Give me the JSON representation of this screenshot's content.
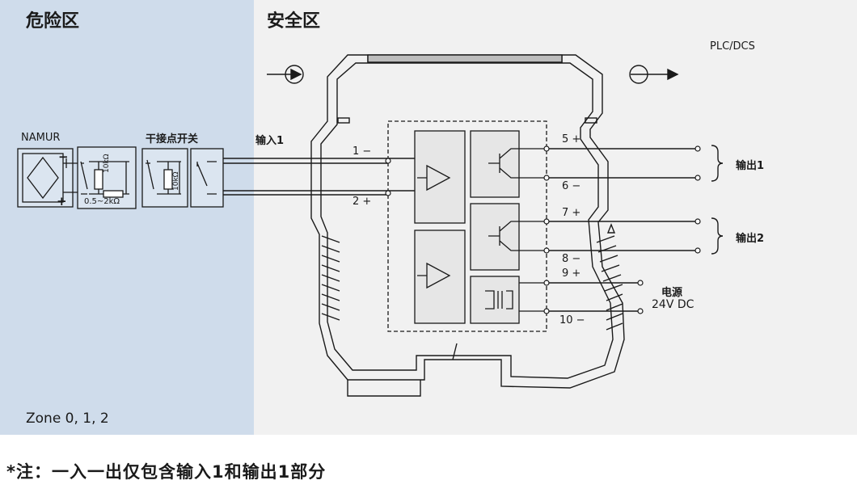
{
  "zones": {
    "hazard_title": "危险区",
    "safe_title": "安全区",
    "zone_label": "Zone  0, 1, 2"
  },
  "labels": {
    "plc_dcs": "PLC/DCS",
    "namur": "NAMUR",
    "namur_minus": "−",
    "namur_plus": "+",
    "dry_contact": "干接点开关",
    "resistor_10k_a": "10kΩ",
    "resistor_10k_b": "10kΩ",
    "resistor_range": "0.5~2kΩ",
    "input1": "输入1",
    "term1": "1 −",
    "term2": "2 +",
    "term5": "5 +",
    "term6": "6 −",
    "term7": "7 +",
    "term8": "8 −",
    "term9": "9 +",
    "term10": "10 −",
    "output1": "输出1",
    "output2": "输出2",
    "power_line1": "电源",
    "power_line2": "24V DC"
  },
  "footnote": "*注：一入一出仅包含输入1和输出1部分",
  "colors": {
    "hazard_bg": "#cfdceb",
    "safe_bg": "#f1f1f1",
    "line": "#1a1a1a",
    "module_fill": "#e6e6e6"
  }
}
